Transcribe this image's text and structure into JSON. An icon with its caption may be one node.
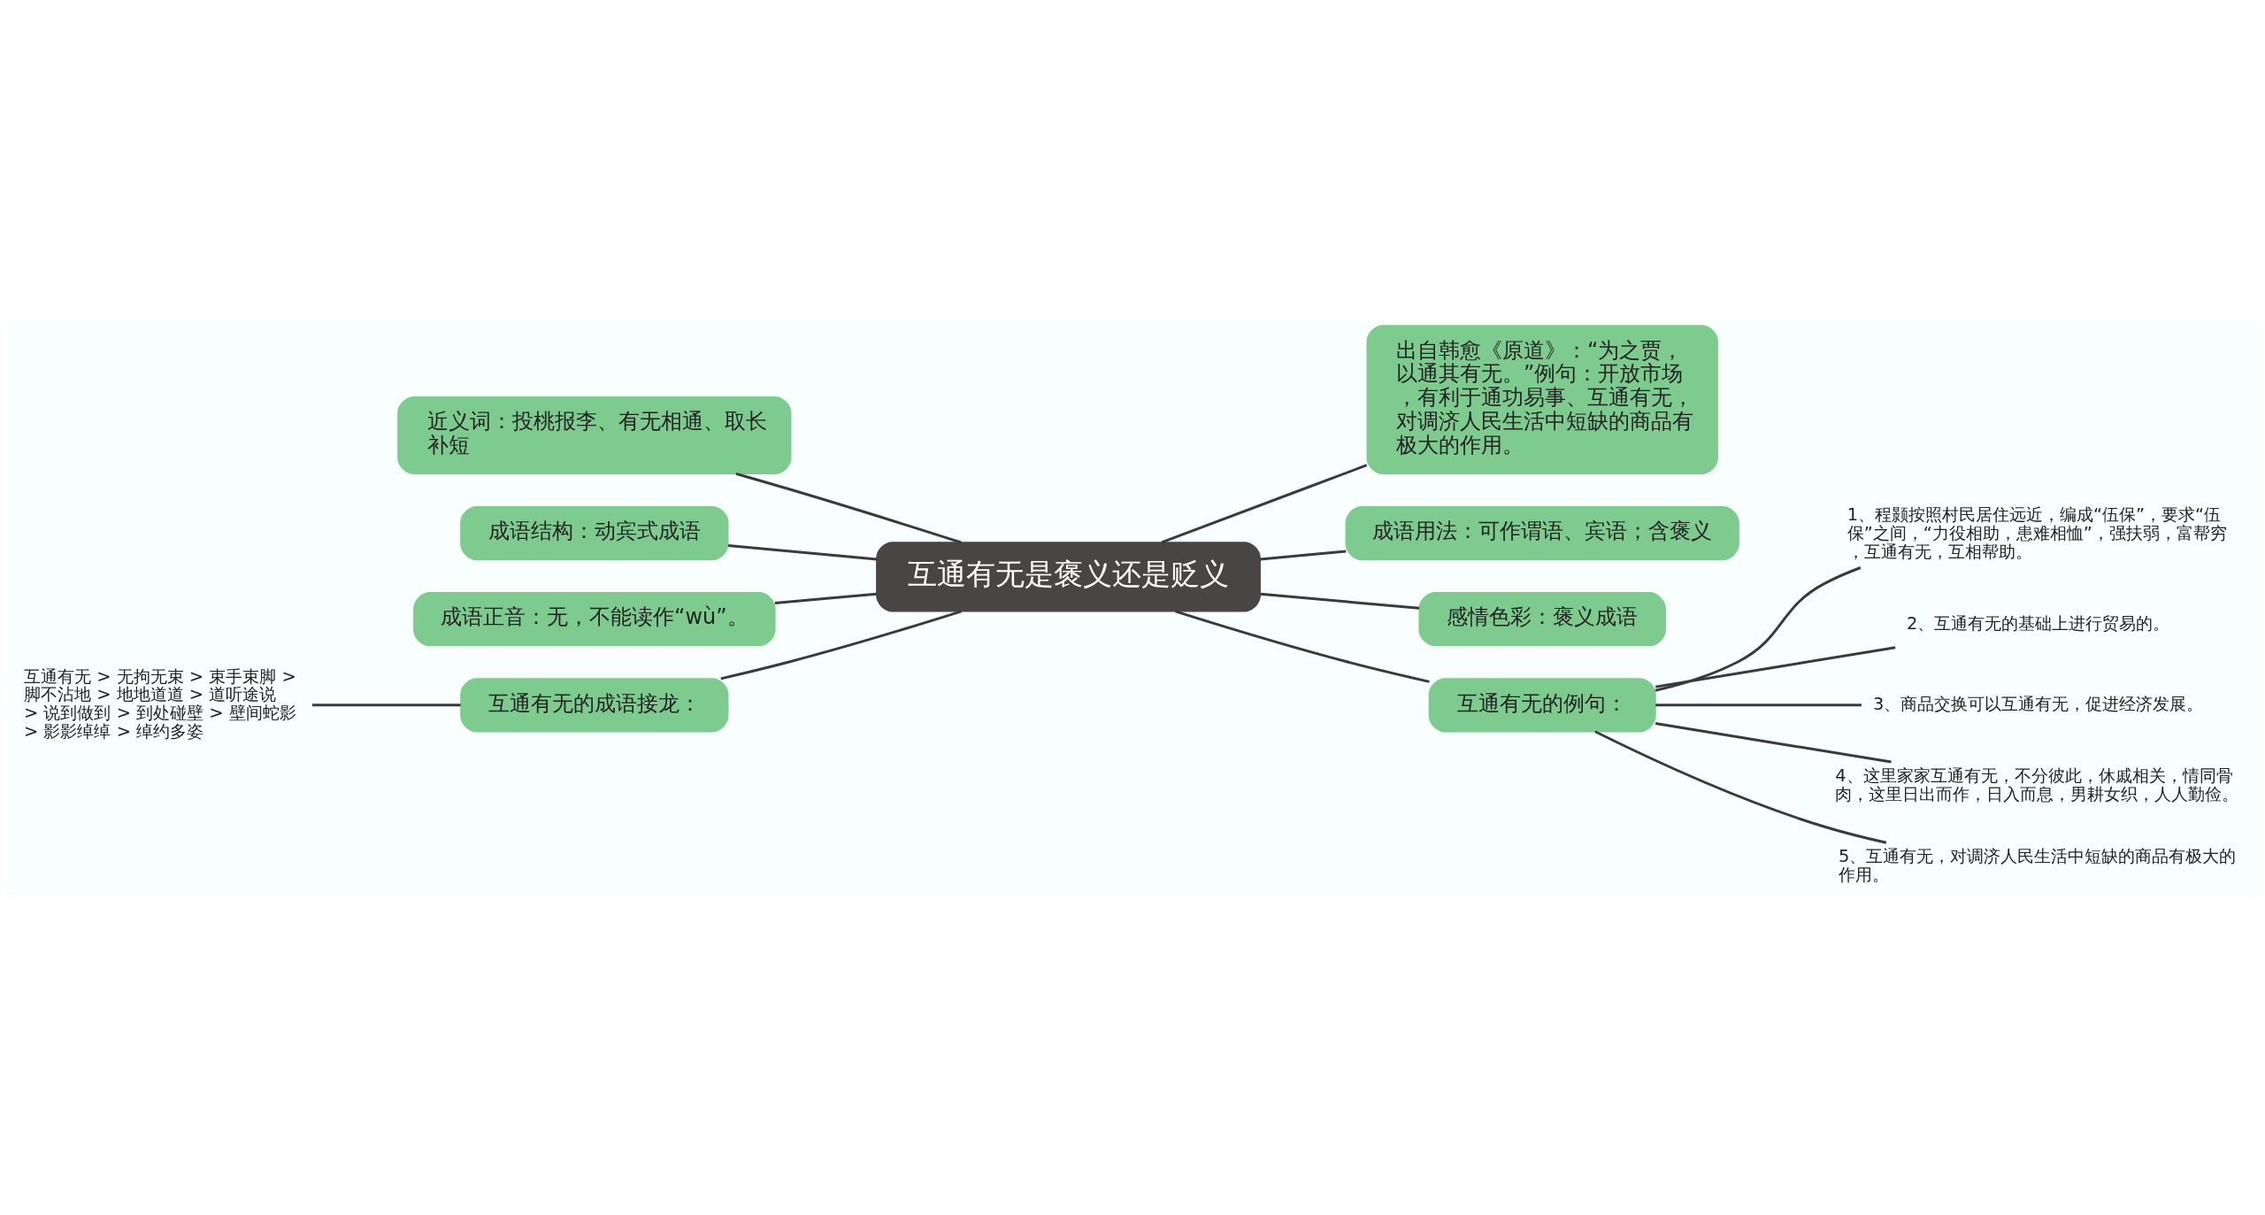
{
  "diagram": {
    "nodes": [
      {
        "text": [
          "互通有无是褒义还是贬义"
        ]
      },
      {
        "text": [
          "出自韩愈《原道》：“为之贾，以通其有无。”例句：开放市场，有利于通功易事、互通有无，对调济人民生活中短缺的商品有极大的作用。"
        ]
      },
      {
        "text": [
          "成语用法：可作谓语、宾语；含褒义"
        ]
      },
      {
        "text": [
          "感情色彩：褒义成语"
        ]
      },
      {
        "text": [
          "互通有无的例句："
        ]
      },
      {
        "text": [
          "1、程颢按照村民居住远近，编成“伍保”，要求“伍保”之间，“力役相助，患难相恤”，强扶弱，富帮穷，互通有无，互相帮助。"
        ]
      },
      {
        "text": [
          "2、互通有无的基础上进行贸易的。"
        ]
      },
      {
        "text": [
          "3、商品交换可以互通有无，促进经济发展。"
        ]
      },
      {
        "text": [
          "4、这里家家互通有无，不分彼此，休戚相关，情同骨肉，这里日出而作，日入而息，男耕女织，人人勤俭。"
        ]
      },
      {
        "text": [
          "5、互通有无，对调济人民生活中短缺的商品有极大的作用。"
        ]
      },
      {
        "text": [
          "近义词：投桃报李、有无相通、取长补短"
        ]
      },
      {
        "text": [
          "成语结构：动宾式成语"
        ]
      },
      {
        "text": [
          "成语正音：无，不能读作“wù”。"
        ]
      },
      {
        "text": [
          "互通有无的成语接龙："
        ]
      },
      {
        "text": [
          "互通有无 > 无拘无束 > 束手束脚 > 脚不沾地 > 地地道道 > 道听途说 > 说到做到 > 到处碰壁 > 壁间蛇影 > 影影绰绰 > 绰约多姿"
        ]
      }
    ],
    "edges": [
      {
        "from": 0,
        "to": 1,
        "arrow": "none"
      },
      {
        "from": 0,
        "to": 2,
        "arrow": "none"
      },
      {
        "from": 0,
        "to": 3,
        "arrow": "none"
      },
      {
        "from": 0,
        "to": 4,
        "arrow": "none"
      },
      {
        "from": 4,
        "to": 5,
        "arrow": "none"
      },
      {
        "from": 4,
        "to": 6,
        "arrow": "none"
      },
      {
        "from": 4,
        "to": 7,
        "arrow": "none"
      },
      {
        "from": 4,
        "to": 8,
        "arrow": "none"
      },
      {
        "from": 4,
        "to": 9,
        "arrow": "none"
      },
      {
        "from": 0,
        "to": 10,
        "arrow": "none"
      },
      {
        "from": 0,
        "to": 11,
        "arrow": "none"
      },
      {
        "from": 0,
        "to": 12,
        "arrow": "none"
      },
      {
        "from": 0,
        "to": 13,
        "arrow": "none"
      },
      {
        "from": 13,
        "to": 14,
        "arrow": "none"
      }
    ]
  }
}
